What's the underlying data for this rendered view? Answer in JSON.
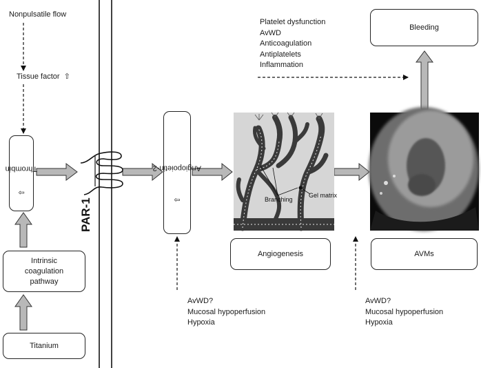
{
  "nonpulsatile_flow": "Nonpulsatile flow",
  "tissue_factor": "Tissue factor",
  "up_arrow": "⇧",
  "right_arrow": "⇨",
  "thrombin": "Thrombin",
  "intrinsic": "Intrinsic coagulation pathway",
  "titanium": "Titanium",
  "par1": "PAR-1",
  "angiopoietin": "Angiopoietin-2",
  "branching": "Branching",
  "gel_matrix": "Gel matrix",
  "angiogenesis": "Angiogenesis",
  "avms": "AVMs",
  "bleeding": "Bleeding",
  "bleeding_causes": [
    "Platelet dysfunction",
    "AvWD",
    "Anticoagulation",
    "Antiplatelets",
    "Inflammation"
  ],
  "angio_causes": [
    "AvWD?",
    "Mucosal hypoperfusion",
    "Hypoxia"
  ],
  "avm_causes": [
    "AvWD?",
    "Mucosal hypoperfusion",
    "Hypoxia"
  ]
}
